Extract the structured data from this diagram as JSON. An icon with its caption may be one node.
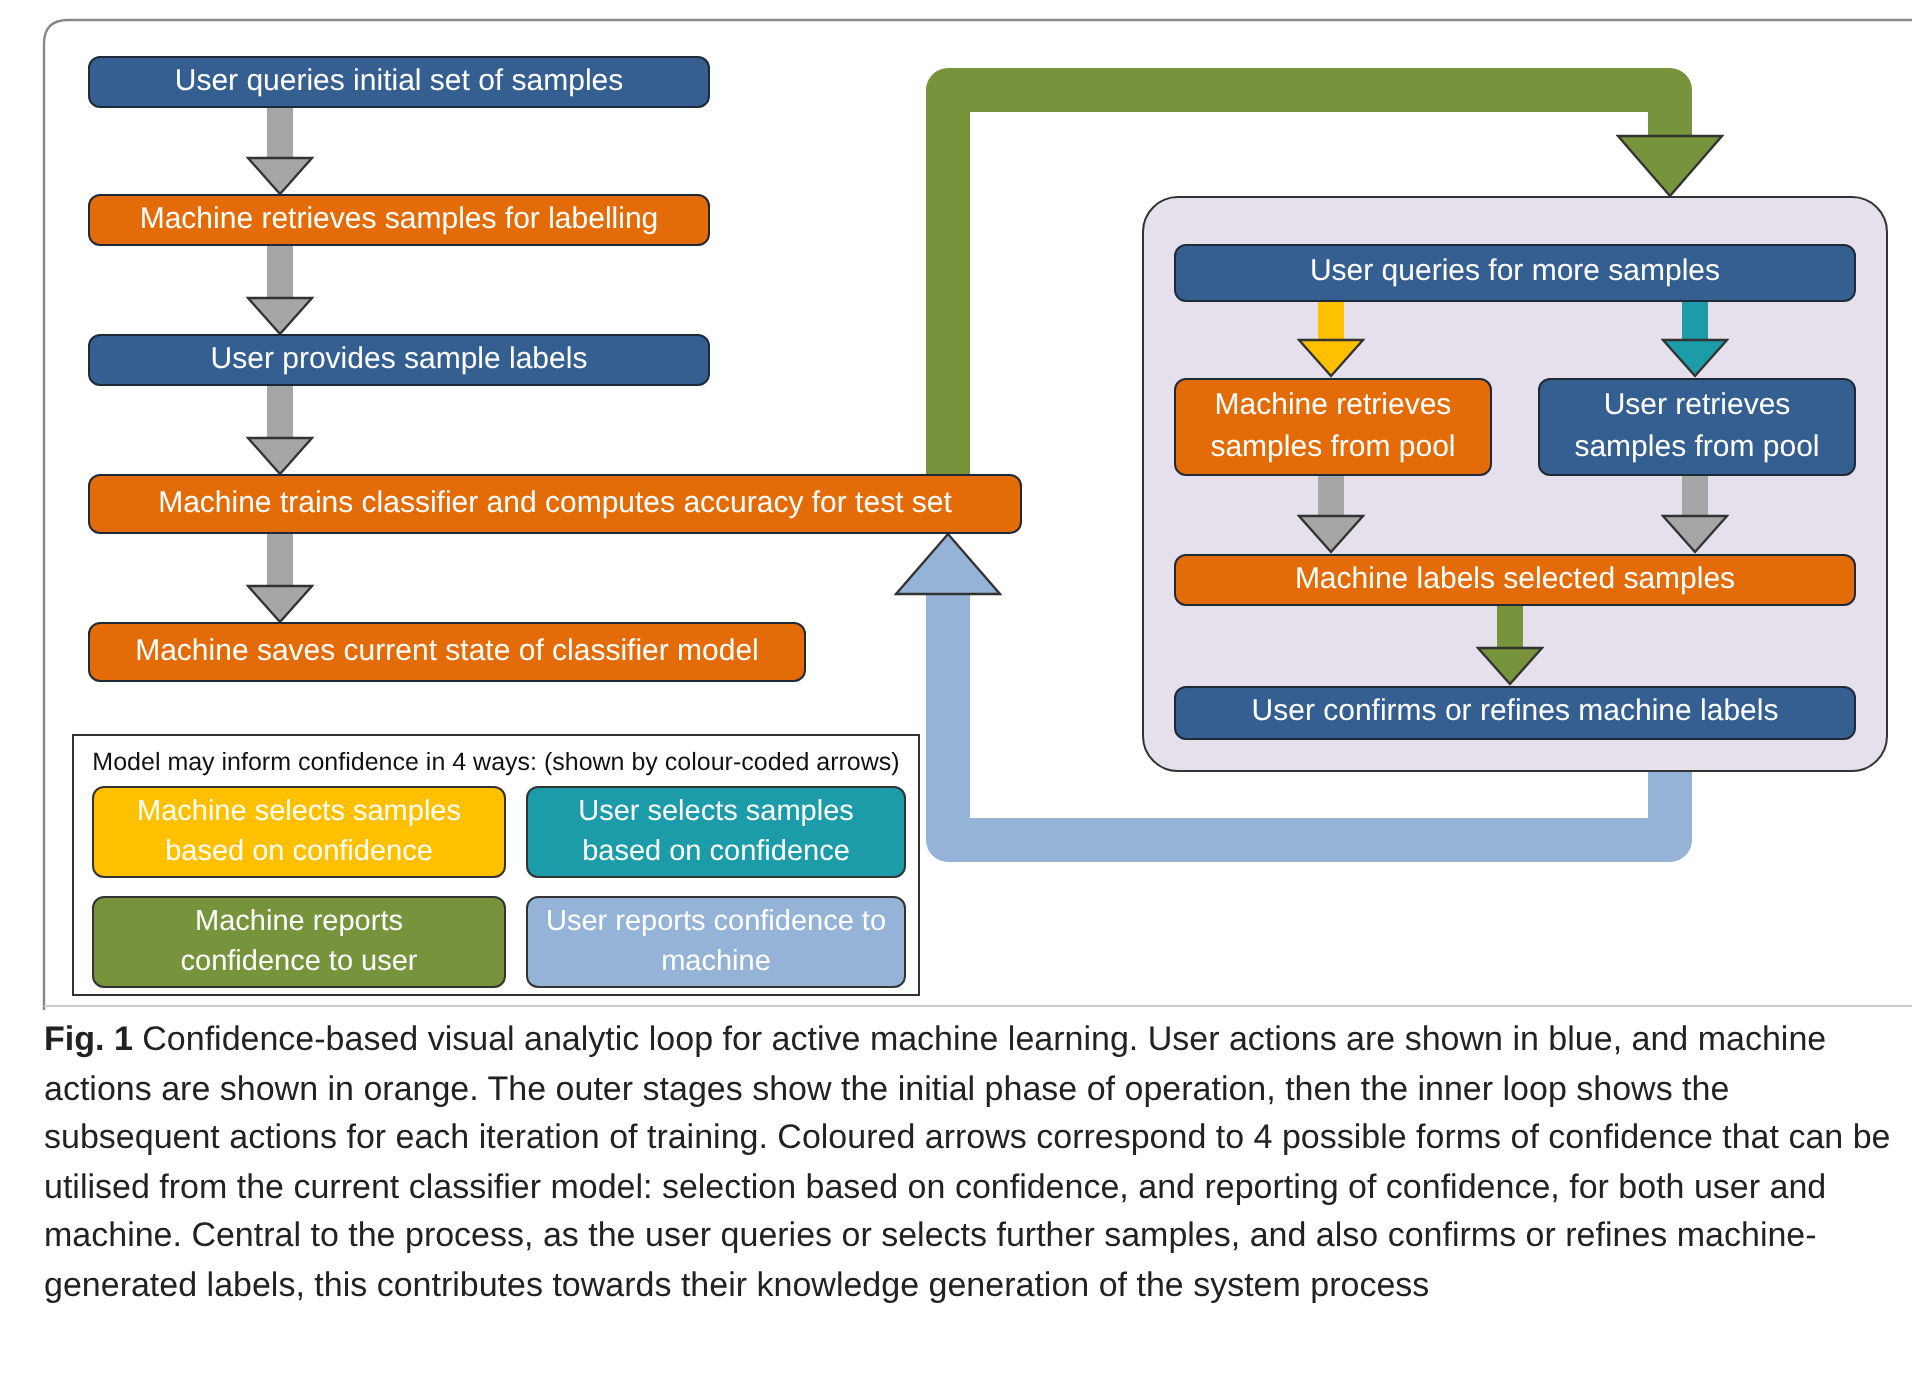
{
  "diagram": {
    "caption": "**Fig. 1** Confidence-based visual analytic loop for active machine learning. User actions are shown in blue, and machine actions are shown in orange. The outer stages show the initial phase of operation, then the inner loop shows the subsequent actions for each iteration of training. Coloured arrows correspond to 4 possible forms of confidence that can be utilised from the current classifier model: selection based on confidence, and reporting of confidence, for both user and machine. Central to the process, as the user queries or selects further samples, and also confirms or refines machine-generated labels, this contributes towards their knowledge generation of the system process",
    "nodes": [
      {
        "text": [
          "User queries initial set of samples"
        ]
      },
      {
        "text": [
          "Machine retrieves samples for labelling"
        ]
      },
      {
        "text": [
          "User provides sample labels"
        ]
      },
      {
        "text": [
          "Machine trains classifier and computes accuracy for test set"
        ]
      },
      {
        "text": [
          "Machine saves current state of classifier model"
        ]
      },
      {
        "text": [],
        "shape": "box"
      },
      {
        "text": [
          "User queries for more samples"
        ],
        "in": 5
      },
      {
        "text": [
          "Machine retrieves samples from pool"
        ],
        "in": 5
      },
      {
        "text": [
          "User retrieves samples from pool"
        ],
        "in": 5
      },
      {
        "text": [
          "Machine labels selected samples"
        ],
        "in": 5
      },
      {
        "text": [
          "User confirms or refines machine labels"
        ],
        "in": 5
      }
    ],
    "edges": [
      {
        "from": 0,
        "to": 1,
        "arrow": "to"
      },
      {
        "from": 1,
        "to": 2,
        "arrow": "to"
      },
      {
        "from": 2,
        "to": 3,
        "arrow": "to"
      },
      {
        "from": 3,
        "to": 4,
        "arrow": "to"
      },
      {
        "from": 3,
        "to": 5,
        "arrow": "to",
        "color": "#77933c"
      },
      {
        "from": 5,
        "to": 3,
        "arrow": "to",
        "color": "#95b3d7"
      },
      {
        "from": 6,
        "to": 7,
        "arrow": "to",
        "color": "#ffc000"
      },
      {
        "from": 6,
        "to": 8,
        "arrow": "to",
        "color": "#1b9ca8"
      },
      {
        "from": 7,
        "to": 9,
        "arrow": "to"
      },
      {
        "from": 8,
        "to": 9,
        "arrow": "to"
      },
      {
        "from": 9,
        "to": 10,
        "arrow": "to",
        "color": "#77933c"
      }
    ],
    "labels": [
      "Model may inform confidence in 4 ways: (shown by colour-coded arrows)"
    ],
    "legend": [
      {
        "text": "Machine selects samples based on confidence",
        "color": "#ffc000"
      },
      {
        "text": "User selects samples based on confidence",
        "color": "#1b9ca8"
      },
      {
        "text": "Machine reports confidence to user",
        "color": "#77933c"
      },
      {
        "text": "User reports confidence to machine",
        "color": "#95b3d7"
      }
    ]
  }
}
